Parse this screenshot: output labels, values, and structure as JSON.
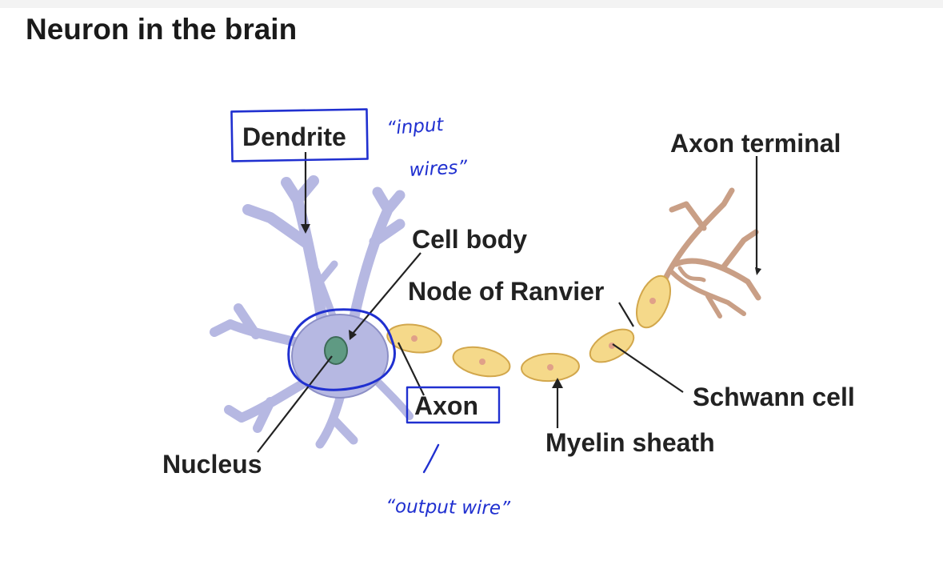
{
  "title": "Neuron in the brain",
  "labels": {
    "dendrite": "Dendrite",
    "cell_body": "Cell body",
    "node_of_ranvier": "Node of Ranvier",
    "axon_terminal": "Axon terminal",
    "axon": "Axon",
    "schwann_cell": "Schwann cell",
    "myelin_sheath": "Myelin sheath",
    "nucleus": "Nucleus"
  },
  "annotations": {
    "input_line1": "“input",
    "input_line2": "wires”",
    "output": "“output wire”"
  },
  "colors": {
    "neuron_body": "#b6b8e2",
    "neuron_outline": "#8c8fc6",
    "myelin": "#f5d98a",
    "myelin_outline": "#d2a74c",
    "terminal": "#c99f86",
    "nucleus": "#5f9a83",
    "ink": "#2030d0"
  }
}
